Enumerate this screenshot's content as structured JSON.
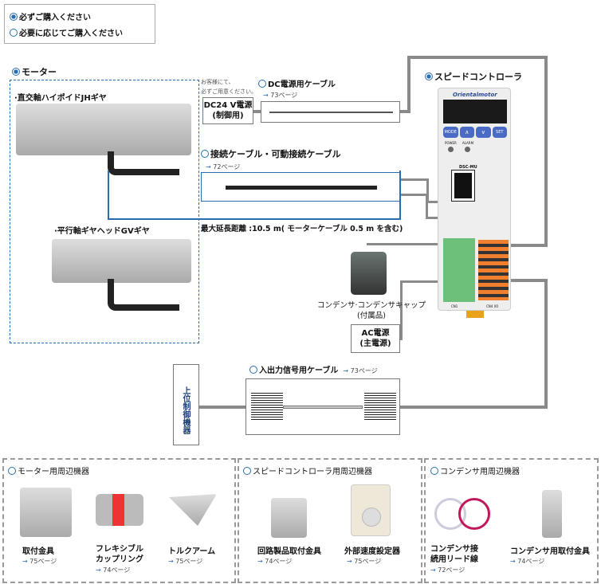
{
  "legend": {
    "required": "必ずご購入ください",
    "optional": "必要に応じてご購入ください"
  },
  "motor": {
    "title": "モーター",
    "jh": "·直交軸ハイポイドJHギヤ",
    "gv": "·平行軸ギヤヘッドGVギヤ"
  },
  "dc": {
    "note1": "お客様にて、",
    "note2": "必ずご用意ください。",
    "power1": "DC24 V電源",
    "power2": "(制御用)",
    "cable_title": "DC電源用ケーブル",
    "page": "73ページ"
  },
  "conn": {
    "title": "接続ケーブル・可動接続ケーブル",
    "page": "72ページ",
    "max": "最大延長距離 :10.5 m( モーターケーブル 0.5 m を含む)"
  },
  "controller": {
    "title": "スピードコントローラ",
    "brand": "Orientalmotor",
    "model": "DSC-MU",
    "buttons": [
      "MODE",
      "∧",
      "∨",
      "SET"
    ],
    "leds": [
      "POWER",
      "ALARM"
    ],
    "cn1": "CN1",
    "cn4": "CN4 I/O"
  },
  "capacitor": {
    "label1": "コンデンサ·コンデンサキャップ",
    "label2": "(付属品)"
  },
  "ac": {
    "line1": "AC電源",
    "line2": "(主電源)"
  },
  "host": {
    "label": "上位制御機器"
  },
  "io": {
    "title": "入出力信号用ケーブル",
    "page": "73ページ"
  },
  "accessories": [
    {
      "title": "モーター用周辺機器",
      "items": [
        {
          "name": "取付金具",
          "page": "75ページ"
        },
        {
          "name": "フレキシブルカップリング",
          "page": "74ページ"
        },
        {
          "name": "トルクアーム",
          "page": "75ページ"
        }
      ]
    },
    {
      "title": "スピードコントローラ用周辺機器",
      "items": [
        {
          "name": "回路製品取付金具",
          "page": "74ページ"
        },
        {
          "name": "外部速度設定器",
          "page": "75ページ"
        }
      ]
    },
    {
      "title": "コンデンサ用周辺機器",
      "items": [
        {
          "name": "コンデンサ接続用リード線",
          "page": "72ページ"
        },
        {
          "name": "コンデンサ用取付金具",
          "page": "74ページ"
        }
      ]
    }
  ]
}
